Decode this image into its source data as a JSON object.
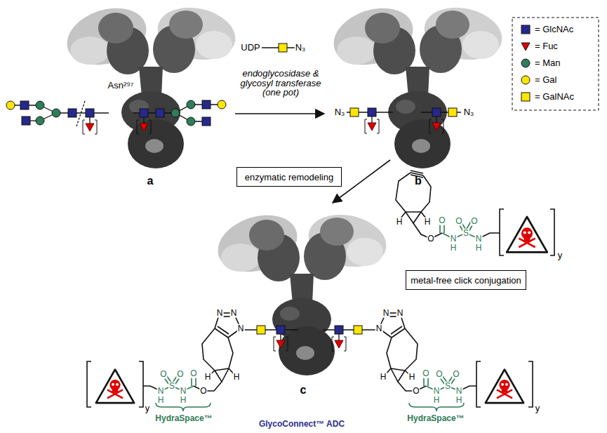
{
  "diagram": {
    "nodes": [
      {
        "text": [
          "enzymatic remodeling"
        ]
      },
      {
        "text": [
          "metal-free click conjugation"
        ]
      }
    ],
    "labels": [
      "Asn²⁹⁷",
      "UDP",
      "N₃",
      "endoglycosidase & glycosyl transferase (one pot)",
      "a",
      "N₃",
      "N₃",
      "b",
      "H",
      "H",
      "O",
      "O",
      "N",
      "H",
      "S",
      "O",
      "O",
      "N",
      "H",
      "y",
      "N",
      "N",
      "N",
      "H",
      "H",
      "O",
      "O",
      "N",
      "H",
      "S",
      "O",
      "O",
      "N",
      "H",
      "y",
      "N",
      "N",
      "N",
      "H",
      "H",
      "O",
      "O",
      "N",
      "H",
      "S",
      "O",
      "O",
      "N",
      "H",
      "y",
      "HydraSpace™",
      "HydraSpace™",
      "GlycoConnect™ ADC",
      "c"
    ],
    "legend": [
      {
        "text": "= GlcNAc",
        "color": "#27288c"
      },
      {
        "text": "= Fuc",
        "color": "#e00000"
      },
      {
        "text": "= Man",
        "color": "#2e7d5b"
      },
      {
        "text": "= Gal",
        "color": "#ffe600"
      },
      {
        "text": "= GalNAc",
        "color": "#ffe600"
      }
    ]
  }
}
